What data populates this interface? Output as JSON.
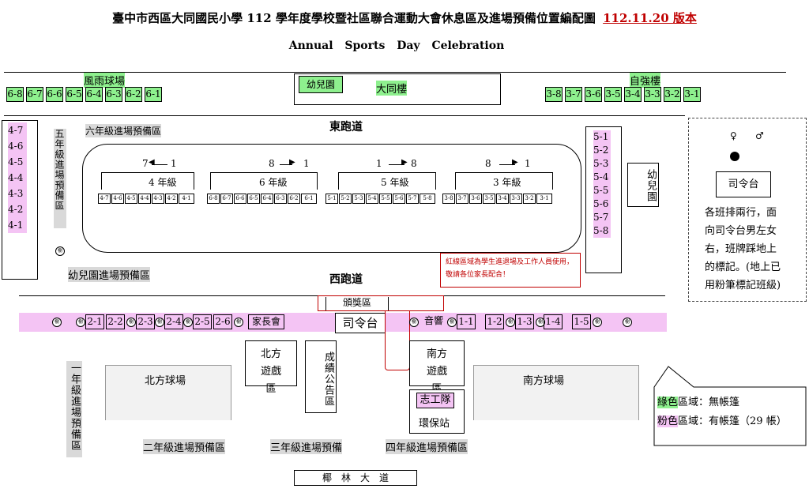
{
  "title": {
    "main": "臺中市西區大同國民小學 112 學年度學校暨社區聯合運動大會休息區及進場預備位置編配圖",
    "version": "112.11.20 版本",
    "english": "Annual Sports Day Celebration"
  },
  "top": {
    "windrain_court": "風雨球場",
    "grade6_row": [
      "6-8",
      "6-7",
      "6-6",
      "6-5",
      "6-4",
      "6-3",
      "6-2",
      "6-1"
    ],
    "kindergarten": "幼兒園",
    "datong_building": "大同樓",
    "ziqiang_building": "自強樓",
    "grade3_row": [
      "3-8",
      "3-7",
      "3-6",
      "3-5",
      "3-4",
      "3-3",
      "3-2",
      "3-1"
    ]
  },
  "left": {
    "grade4_col": [
      "4-7",
      "4-6",
      "4-5",
      "4-4",
      "4-3",
      "4-2",
      "4-1"
    ],
    "grade5_prep": "五年級進場預備區",
    "kinder_prep": "幼兒園進場預備區",
    "grade1_prep": "一年級進場預備區"
  },
  "track": {
    "east": "東跑道",
    "west": "西跑道",
    "grade6_prep": "六年級進場預備區",
    "groups": [
      {
        "left": "7",
        "right": "1",
        "arrow": "left",
        "label": "4 年級",
        "cells": [
          "4-7",
          "4-6",
          "4-5",
          "4-4",
          "4-3",
          "4-2",
          "4-1"
        ]
      },
      {
        "left": "8",
        "right": "1",
        "arrow": "right",
        "label": "6 年級",
        "cells": [
          "6-8",
          "6-7",
          "6-6",
          "6-5",
          "6-4",
          "6-3",
          "6-2",
          "6-1"
        ]
      },
      {
        "left": "1",
        "right": "8",
        "arrow": "right",
        "label": "5 年級",
        "cells": [
          "5-1",
          "5-2",
          "5-3",
          "5-4",
          "5-5",
          "5-6",
          "5-7",
          "5-8"
        ]
      },
      {
        "left": "8",
        "right": "1",
        "arrow": "right",
        "label": "3 年級",
        "cells": [
          "3-8",
          "3-7",
          "3-6",
          "3-5",
          "3-4",
          "3-3",
          "3-2",
          "3-1"
        ]
      }
    ],
    "grade5_col": [
      "5-1",
      "5-2",
      "5-3",
      "5-4",
      "5-5",
      "5-6",
      "5-7",
      "5-8"
    ],
    "kindergarten_right": "幼兒園"
  },
  "legend_box": {
    "female": "♀",
    "male": "♂",
    "podium": "司令台",
    "text": [
      "各班排兩行，面",
      "向司令台男左女",
      "右，班牌踩地上",
      "的標記。(地上已",
      "用粉筆標記班級)"
    ]
  },
  "notice": "紅線區域為學生進退場及工作人員使用，敬請各位家長配合！",
  "middle": {
    "award_area": "頒獎區",
    "podium": "司令台",
    "row_left": [
      "2-1",
      "2-2",
      "2-3",
      "2-4",
      "2-5",
      "2-6"
    ],
    "parents": "家長會",
    "sound": "音響",
    "row_right": [
      "1-1",
      "1-2",
      "1-3",
      "1-4",
      "1-5"
    ],
    "icon_glyph": "樹"
  },
  "bottom": {
    "north_play": "北方遊戲區",
    "results_board": "成績公告區",
    "south_play": "南方遊戲區",
    "north_court": "北方球場",
    "south_court": "南方球場",
    "volunteers": "志工隊",
    "recycle": "環保站",
    "grade2_prep": "二年級進場預備區",
    "grade3_prep": "三年級進場預備",
    "grade4_prep": "四年級進場預備區",
    "road": "椰　林　大　道"
  },
  "legend": {
    "green_word": "綠色",
    "green_text": "區域：無帳篷",
    "pink_word": "粉色",
    "pink_text": "區域：有帳篷（29 帳）"
  }
}
